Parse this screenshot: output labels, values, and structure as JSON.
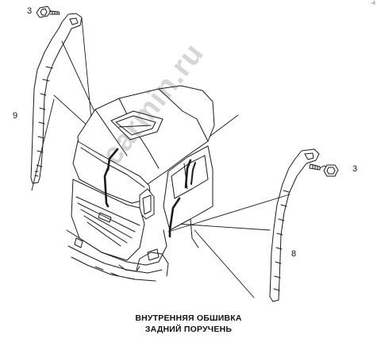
{
  "callouts": {
    "bolt_left": "3",
    "handrail_left": "9",
    "bolt_right": "3",
    "handrail_right": "8"
  },
  "caption": {
    "line1": "ВНУТРЕННЯЯ ОБШИВКА",
    "line2": "ЗАДНИЙ ПОРУЧЕНЬ"
  },
  "watermark": "carmin.ru",
  "corner_mark": "-4"
}
